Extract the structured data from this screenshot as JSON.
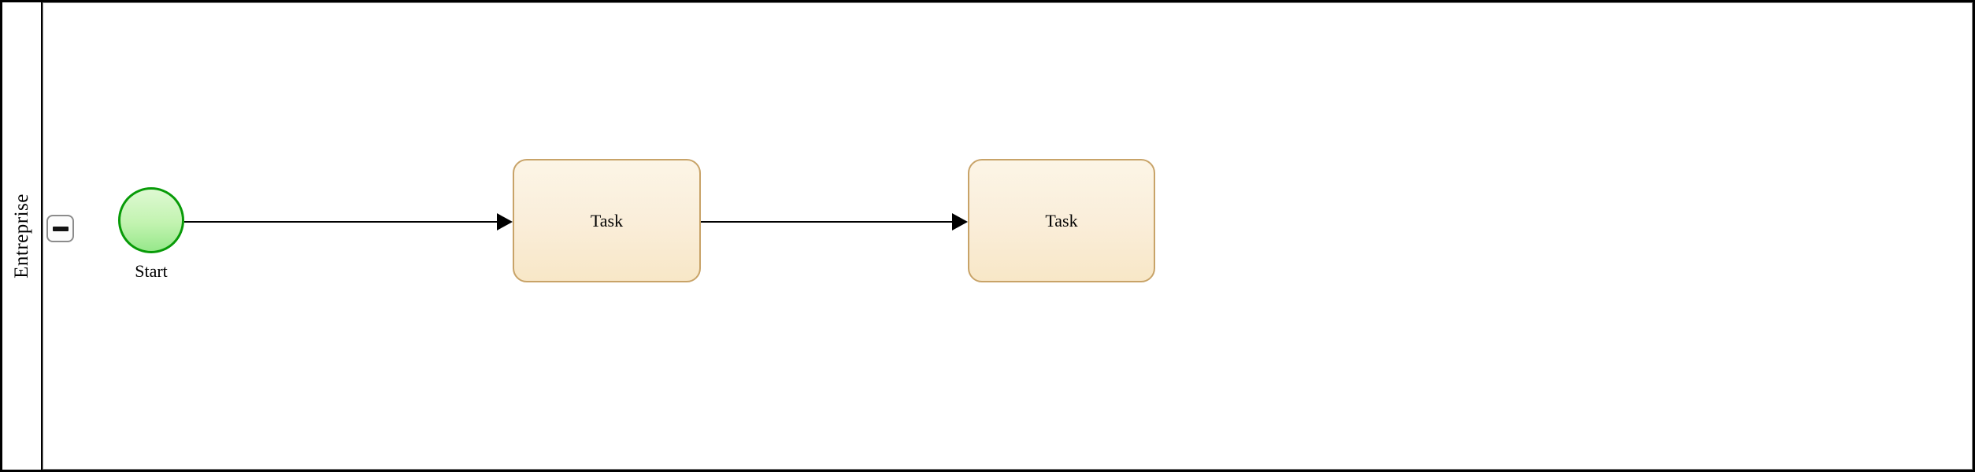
{
  "diagram": {
    "type": "bpmn-process",
    "pool": {
      "label": "Entreprise",
      "collapse_icon": "minus",
      "collapsed": false
    },
    "nodes": {
      "start": {
        "type": "start-event",
        "label": "Start",
        "shape": "circle"
      },
      "task1": {
        "type": "task",
        "label": "Task",
        "shape": "rounded-rectangle"
      },
      "task2": {
        "type": "task",
        "label": "Task",
        "shape": "rounded-rectangle"
      }
    },
    "flows": [
      {
        "from": "start",
        "to": "task1",
        "style": "solid-arrow"
      },
      {
        "from": "task1",
        "to": "task2",
        "style": "solid-arrow"
      }
    ],
    "colors": {
      "pool_border": "#000000",
      "lane_border": "#8a8a8a",
      "start_stroke": "#089b08",
      "start_fill_top": "#def9d2",
      "start_fill_bottom": "#97e88b",
      "task_stroke": "#c8a368",
      "task_fill_top": "#fcf5e6",
      "task_fill_bottom": "#f8e7c7",
      "connector": "#000000",
      "background": "#ffffff"
    }
  }
}
